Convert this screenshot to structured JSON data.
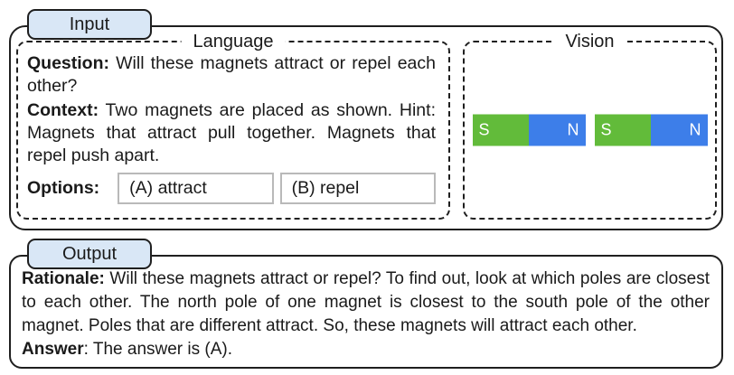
{
  "colors": {
    "tab_fill": "#d9e7f6",
    "outline": "#1f1f1f",
    "text": "#1a1a1a",
    "option_border": "#b9b9b9",
    "magnet_south_green": "#62bb3a",
    "magnet_north_blue": "#3d7ee9",
    "pole_letter": "#ffffff"
  },
  "input": {
    "tab_label": "Input",
    "language": {
      "panel_title": "Language",
      "question_label": "Question:",
      "question_text": "Will these magnets attract or repel each other?",
      "context_label": "Context:",
      "context_text": "Two magnets are placed as shown. Hint: Magnets that attract pull together. Magnets that repel push apart.",
      "options_label": "Options:",
      "options": [
        {
          "label": "(A) attract"
        },
        {
          "label": "(B) repel"
        }
      ]
    },
    "vision": {
      "panel_title": "Vision",
      "magnets": [
        {
          "left_pole": "S",
          "right_pole": "N"
        },
        {
          "left_pole": "S",
          "right_pole": "N"
        }
      ]
    }
  },
  "output": {
    "tab_label": "Output",
    "rationale_label": "Rationale:",
    "rationale_text": "Will these magnets attract or repel? To find out, look at which poles are closest to each other. The north pole of one magnet is closest to the south pole of the other magnet. Poles that are different attract. So, these magnets will attract each other.",
    "answer_label": "Answer",
    "answer_text": ": The answer is (A)."
  }
}
